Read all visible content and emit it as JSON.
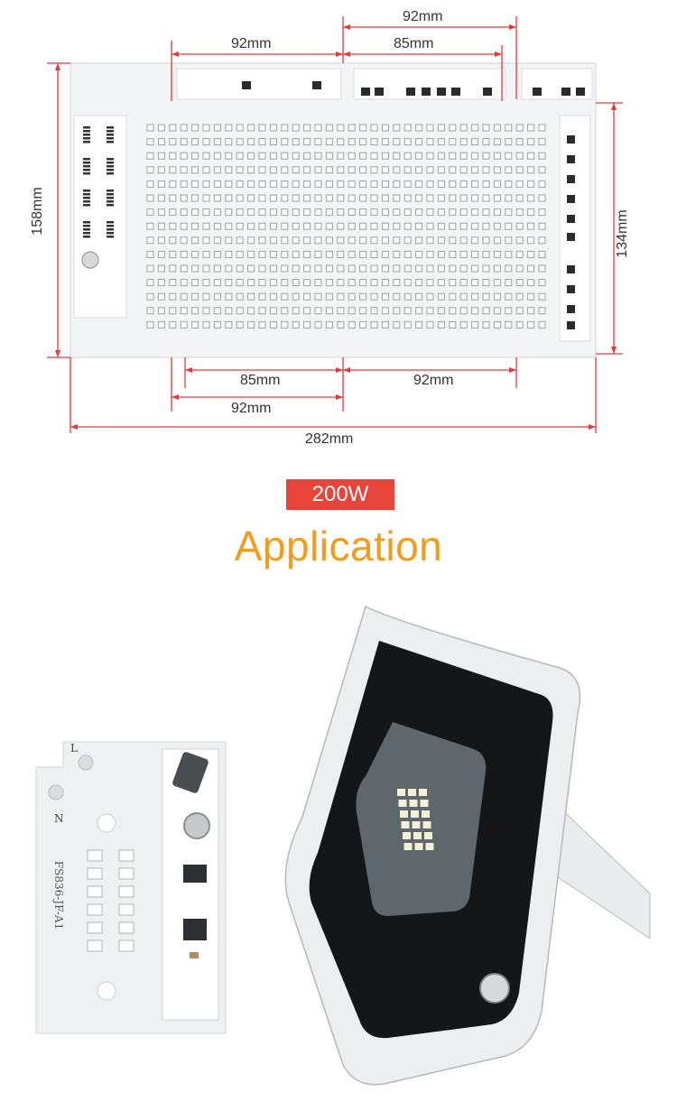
{
  "dimensions": {
    "top_outer": "92mm",
    "top_left": "92mm",
    "top_mid": "85mm",
    "height_left": "158mm",
    "height_right": "134mm",
    "bottom_85": "85mm",
    "bottom_92_right": "92mm",
    "bottom_92_left": "92mm",
    "width_total": "282mm"
  },
  "power_badge": "200W",
  "section_heading": "Application",
  "module_text": {
    "label_l": "L",
    "label_n": "N",
    "model": "FS836-JF-A1"
  },
  "colors": {
    "dimension_lines": "#e63a3a",
    "badge_bg": "#e8443a",
    "heading": "#f29b1c"
  }
}
